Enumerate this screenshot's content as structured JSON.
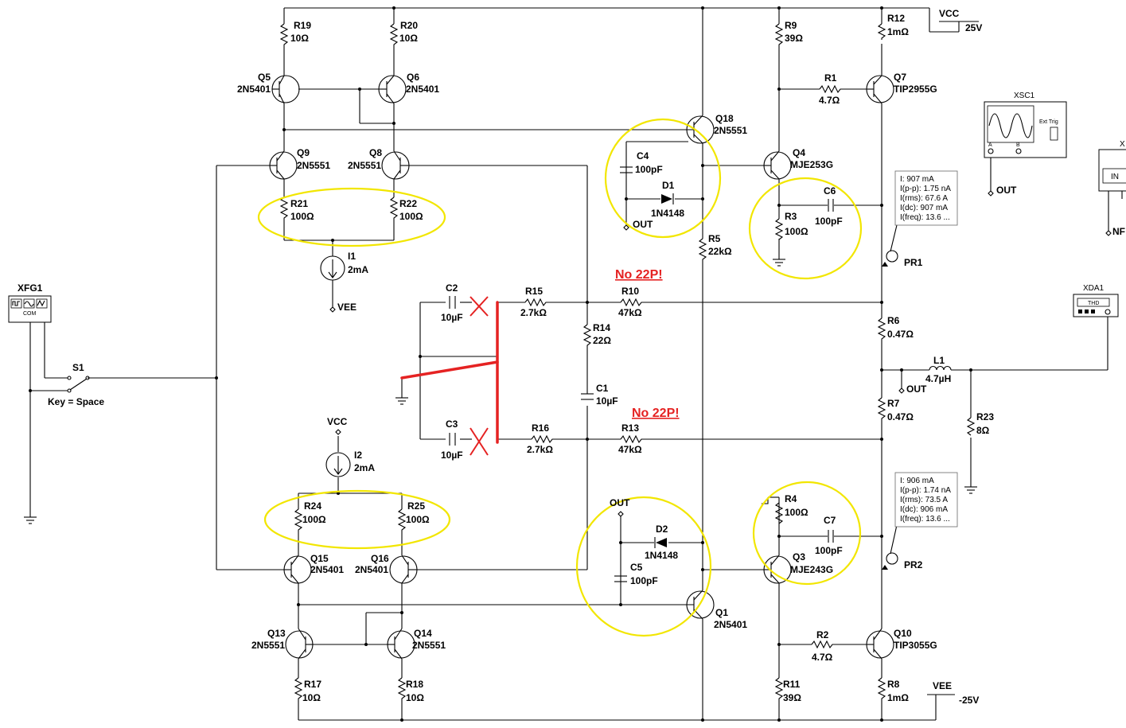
{
  "labels": {
    "R19": "R19",
    "R19_val": "10Ω",
    "R20": "R20",
    "R20_val": "10Ω",
    "Q5": "Q5",
    "Q5_val": "2N5401",
    "Q6": "Q6",
    "Q6_val": "2N5401",
    "Q9": "Q9",
    "Q9_val": "2N5551",
    "Q8": "Q8",
    "Q8_val": "2N5551",
    "R21": "R21",
    "R21_val": "100Ω",
    "R22": "R22",
    "R22_val": "100Ω",
    "I1": "I1",
    "I1_val": "2mA",
    "VEE_top": "VEE",
    "XFG1": "XFG1",
    "S1": "S1",
    "S1_key": "Key = Space",
    "C2": "C2",
    "C2_val": "10µF",
    "C3": "C3",
    "C3_val": "10µF",
    "R15": "R15",
    "R15_val": "2.7kΩ",
    "R16": "R16",
    "R16_val": "2.7kΩ",
    "R14": "R14",
    "R14_val": "22Ω",
    "C1": "C1",
    "C1_val": "10µF",
    "R10": "R10",
    "R10_val": "47kΩ",
    "R13": "R13",
    "R13_val": "47kΩ",
    "no22p_1": "No 22P!",
    "no22p_2": "No 22P!",
    "VCC_mid": "VCC",
    "I2": "I2",
    "I2_val": "2mA",
    "R24": "R24",
    "R24_val": "100Ω",
    "R25": "R25",
    "R25_val": "100Ω",
    "Q15": "Q15",
    "Q15_val": "2N5401",
    "Q16": "Q16",
    "Q16_val": "2N5401",
    "Q13": "Q13",
    "Q13_val": "2N5551",
    "Q14": "Q14",
    "Q14_val": "2N5551",
    "R17": "R17",
    "R17_val": "10Ω",
    "R18": "R18",
    "R18_val": "10Ω",
    "Q18": "Q18",
    "Q18_val": "2N5551",
    "C4": "C4",
    "C4_val": "100pF",
    "D1": "D1",
    "D1_val": "1N4148",
    "OUT_c4": "OUT",
    "R5": "R5",
    "R5_val": "22kΩ",
    "OUT_c5": "OUT",
    "D2": "D2",
    "D2_val": "1N4148",
    "C5": "C5",
    "C5_val": "100pF",
    "Q1": "Q1",
    "Q1_val": "2N5401",
    "R9": "R9",
    "R9_val": "39Ω",
    "R1": "R1",
    "R1_val": "4.7Ω",
    "Q4": "Q4",
    "Q4_val": "MJE253G",
    "C6": "C6",
    "C6_val": "100pF",
    "R3": "R3",
    "R3_val": "100Ω",
    "R4": "R4",
    "R4_val": "100Ω",
    "C7": "C7",
    "C7_val": "100pF",
    "Q3": "Q3",
    "Q3_val": "MJE243G",
    "R2": "R2",
    "R2_val": "4.7Ω",
    "R11": "R11",
    "R11_val": "39Ω",
    "R12": "R12",
    "R12_val": "1mΩ",
    "VCC": "VCC",
    "VCC_val": "25V",
    "Q7": "Q7",
    "Q7_val": "TIP2955G",
    "XSC1": "XSC1",
    "XSC1_ext": "Ext Trig",
    "XSC1_a": "A",
    "XSC1_b": "B",
    "OUT_xsc": "OUT",
    "PR1": "PR1",
    "PR2": "PR2",
    "R6": "R6",
    "R6_val": "0.47Ω",
    "L1": "L1",
    "L1_val": "4.7µH",
    "OUT_l1": "OUT",
    "R7": "R7",
    "R7_val": "0.47Ω",
    "R23": "R23",
    "R23_val": "8Ω",
    "XDA1": "XDA1",
    "XDA1_tho": "THD",
    "Q10": "Q10",
    "Q10_val": "TIP3055G",
    "R8": "R8",
    "R8_val": "1mΩ",
    "VEE": "VEE",
    "VEE_val": "-25V",
    "X_partial": "X",
    "IN_partial": "IN",
    "NF_partial": "NF",
    "com": "COM"
  },
  "probe1": [
    "I: 907 mA",
    "I(p-p): 1.75 nA",
    "I(rms): 67.6 A",
    "I(dc): 907 mA",
    "I(freq): 13.6 ..."
  ],
  "probe2": [
    "I: 906 mA",
    "I(p-p): 1.74 nA",
    "I(rms): 73.5 A",
    "I(dc): 906 mA",
    "I(freq): 13.6 ..."
  ],
  "colors": {
    "wire": "#000000",
    "highlight": "#f2e600",
    "annotation": "#e52222"
  }
}
